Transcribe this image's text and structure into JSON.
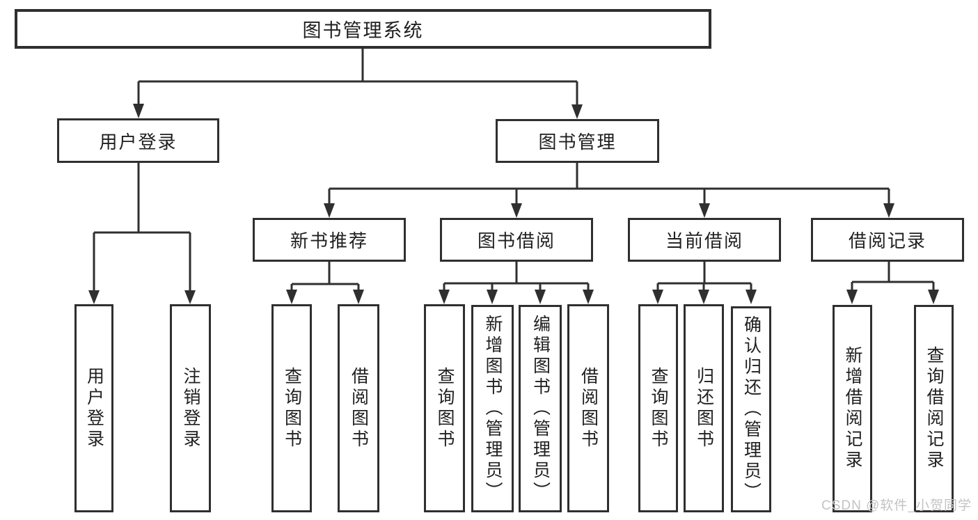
{
  "tree": {
    "root": {
      "label": "图书管理系统"
    },
    "branches": [
      {
        "label": "用户登录",
        "leaves": [
          {
            "label": "用户登录"
          },
          {
            "label": "注销登录"
          }
        ]
      },
      {
        "label": "图书管理",
        "groups": [
          {
            "label": "新书推荐",
            "leaves": [
              {
                "label": "查询图书"
              },
              {
                "label": "借阅图书"
              }
            ]
          },
          {
            "label": "图书借阅",
            "leaves": [
              {
                "label": "查询图书"
              },
              {
                "label": "新增图书（管理员）"
              },
              {
                "label": "编辑图书（管理员）"
              },
              {
                "label": "借阅图书"
              }
            ]
          },
          {
            "label": "当前借阅",
            "leaves": [
              {
                "label": "查询图书"
              },
              {
                "label": "归还图书"
              },
              {
                "label": "确认归还（管理员）"
              }
            ]
          },
          {
            "label": "借阅记录",
            "leaves": [
              {
                "label": "新增借阅记录"
              },
              {
                "label": "查询借阅记录"
              }
            ]
          }
        ]
      }
    ]
  },
  "watermark": {
    "text": "CSDN @软件_小贺同学"
  },
  "colors": {
    "line": "#2f2f2f",
    "text": "#1f1f1f",
    "watermark": "#c3c3c3",
    "background": "#ffffff"
  }
}
